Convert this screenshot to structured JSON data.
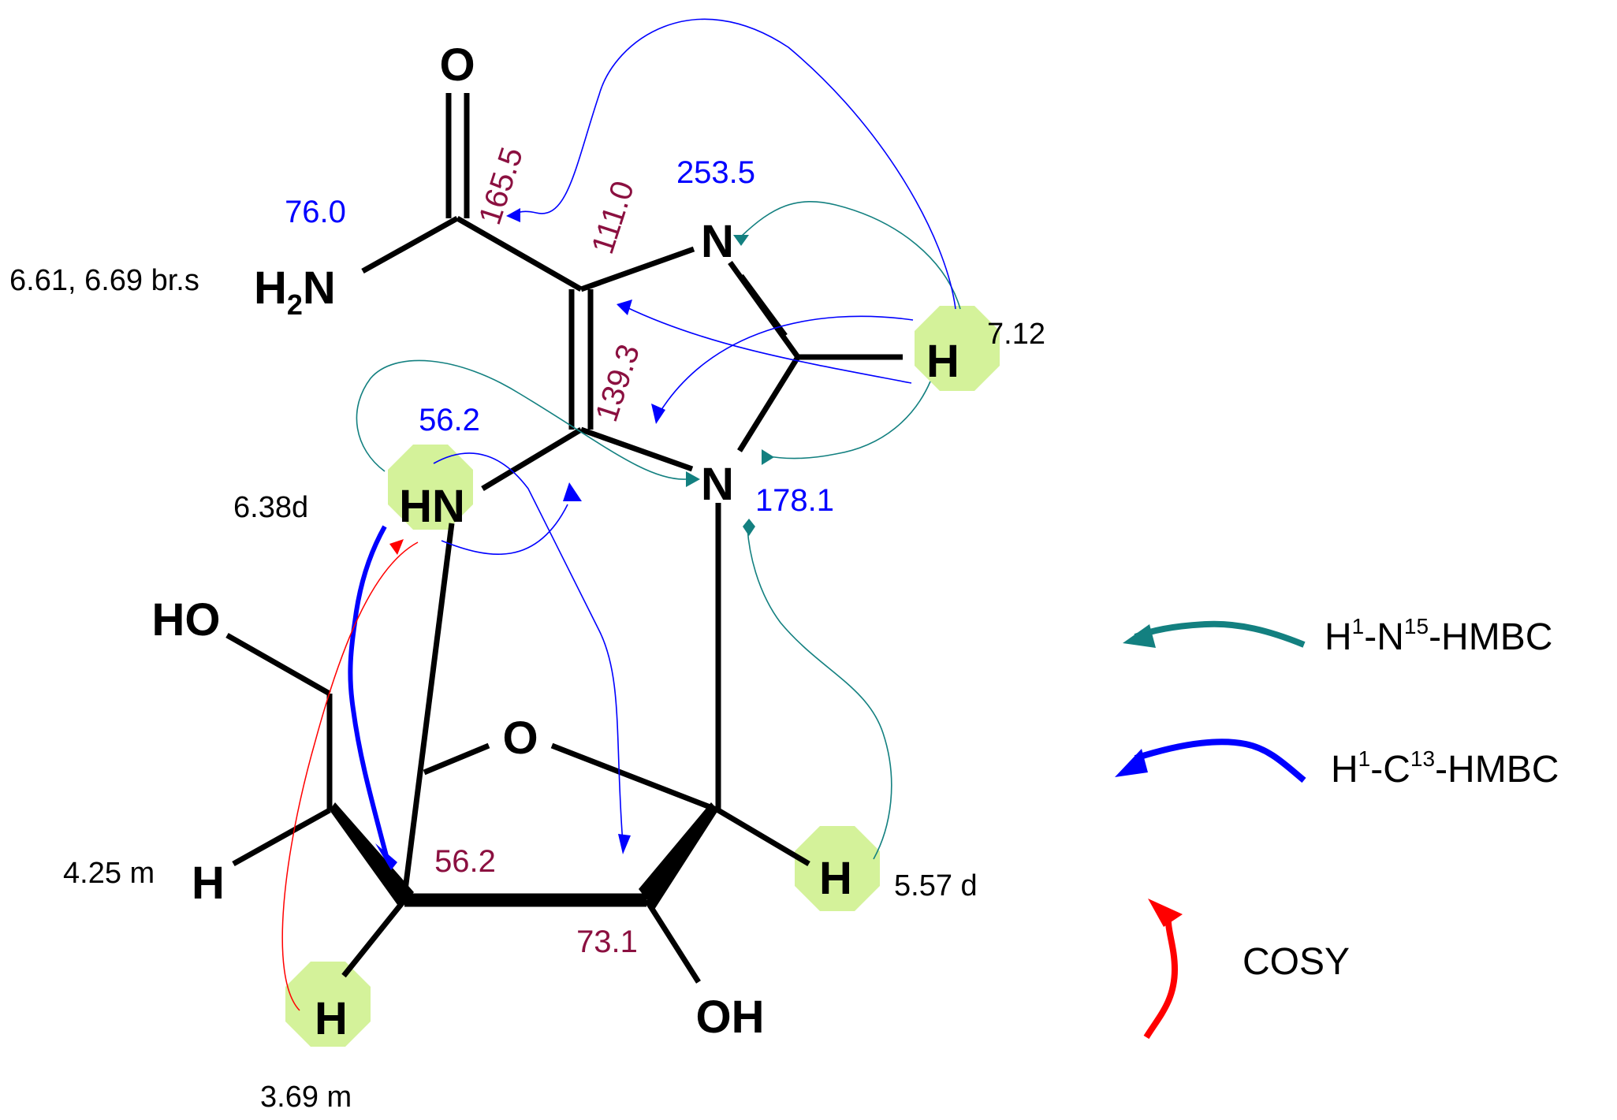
{
  "colors": {
    "bond": "#000000",
    "n15_hmbc": "#138080",
    "c13_hmbc": "#0000ff",
    "cosy": "#ff0000",
    "carbon_shift": "#8b1040",
    "nitrogen_shift": "#0000ff",
    "proton_highlight": "#d4f29a"
  },
  "atoms": {
    "carbonyl_o": "O",
    "amide_n_main": "H",
    "amide_n_sub": "2",
    "amide_n_tail": "N",
    "imid_n3": "N",
    "imid_n1": "N",
    "c2_h": "H",
    "hn": "HN",
    "ring_o": "O",
    "ho": "HO",
    "h_c4": "H",
    "h_c2": "H",
    "h_c1": "H",
    "oh": "OH"
  },
  "shifts": {
    "c_carbonyl": "165.5",
    "c4": "111.0",
    "c5": "139.3",
    "n3": "253.5",
    "n_amide": "76.0",
    "n1": "178.1",
    "n_hn": "56.2",
    "c_nh": "56.2",
    "c3": "73.1"
  },
  "proton_shifts": {
    "nh2": "6.61, 6.69 br.s",
    "h2": "7.12",
    "hn": "6.38d",
    "h4": "4.25 m",
    "h1": "5.57  d",
    "h2_sugar": "3.69 m"
  },
  "legend": {
    "n15": {
      "base": "H",
      "sup1": "1",
      "mid": "-N",
      "sup2": "15",
      "end": "-HMBC"
    },
    "c13": {
      "base": "H",
      "sup1": "1",
      "mid": "-C",
      "sup2": "13",
      "end": "-HMBC"
    },
    "cosy": "COSY"
  }
}
